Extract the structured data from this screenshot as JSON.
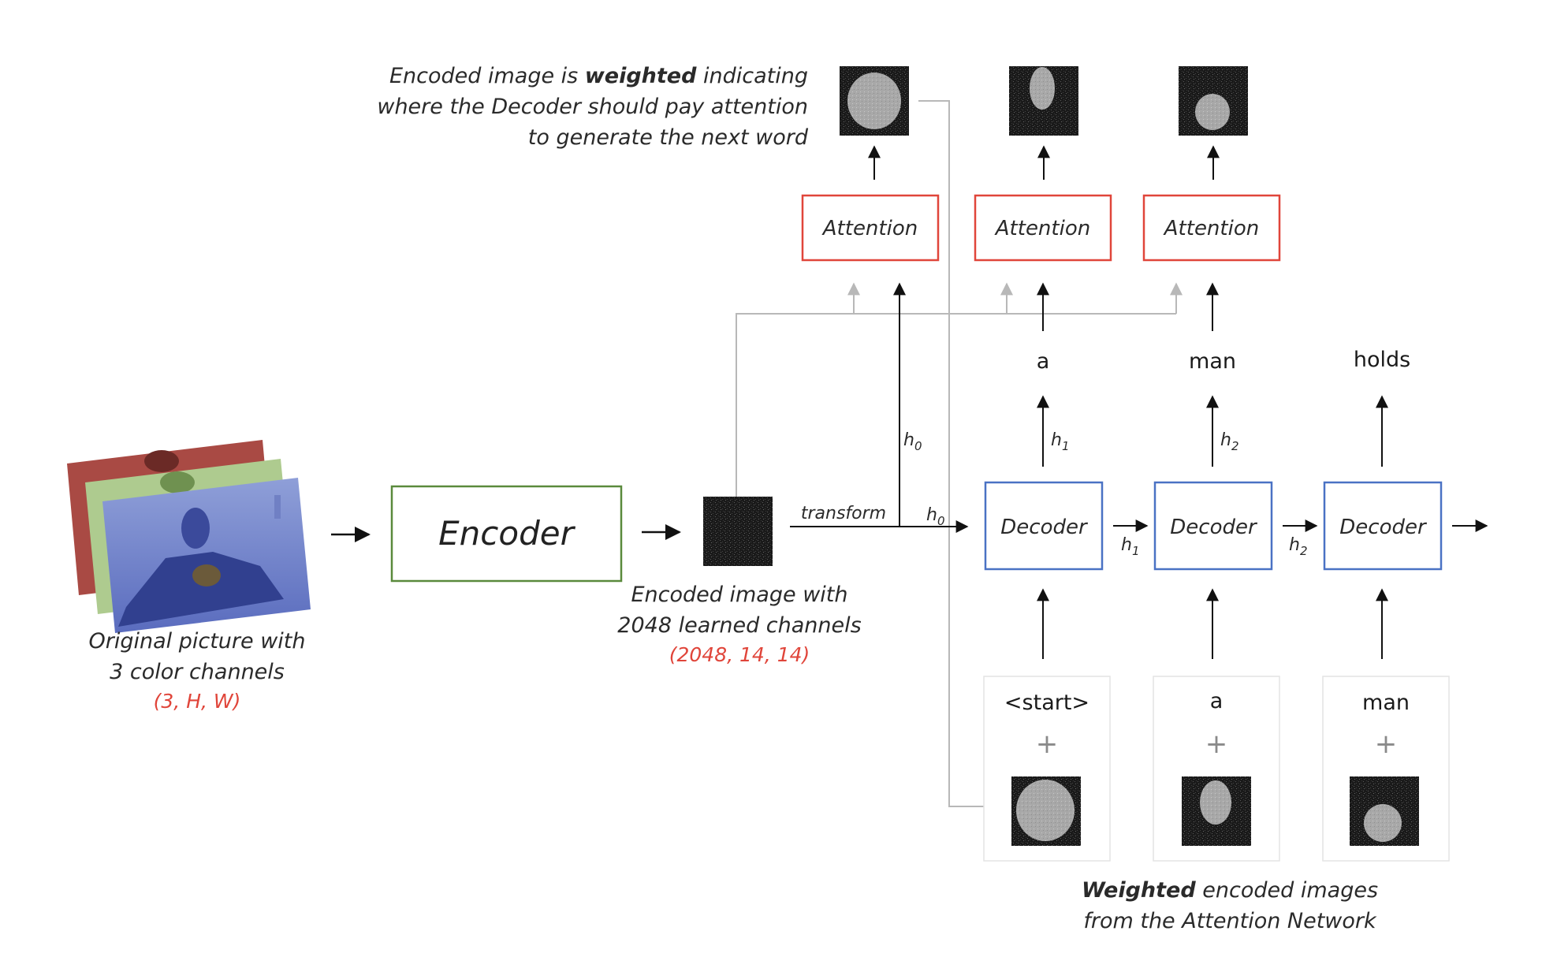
{
  "diagram": {
    "input_caption": [
      "Original picture with",
      "3 color channels"
    ],
    "input_shape": "(3, H, W)",
    "encoder_label": "Encoder",
    "encoded_caption": [
      "Encoded image with",
      "2048 learned channels"
    ],
    "encoded_shape": "(2048, 14, 14)",
    "attention_caption": {
      "line1_pre": "Encoded image is ",
      "line1_bold": "weighted",
      "line1_post": " indicating",
      "line2": "where the Decoder should pay attention",
      "line3": "to generate the next word"
    },
    "transform_label": "transform",
    "attention_label": "Attention",
    "decoder_label": "Decoder",
    "hidden": {
      "h": "h",
      "s0": "0",
      "s1": "1",
      "s2": "2"
    },
    "output_words": [
      "a",
      "man",
      "holds"
    ],
    "input_words": [
      "<start>",
      "a",
      "man"
    ],
    "plus": "+",
    "weighted_caption": {
      "line1_bold": "Weighted",
      "line1_post": " encoded images",
      "line2": "from the Attention Network"
    },
    "colors": {
      "encoder_border": "#5a8a3c",
      "attention_border": "#e0453a",
      "decoder_border": "#4a72c4",
      "shape_text": "#e0453a",
      "gray_line": "#b0b0b0"
    }
  }
}
